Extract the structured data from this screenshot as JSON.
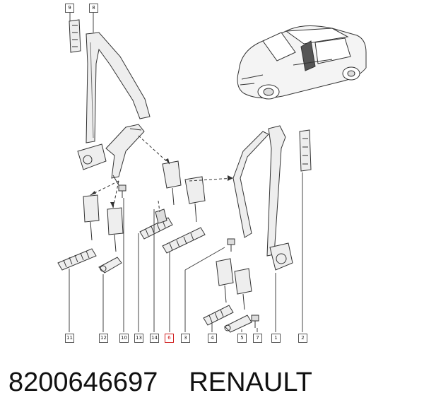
{
  "caption": {
    "part_number": "8200646697",
    "brand": "RENAULT"
  },
  "callouts": {
    "c9": "9",
    "c8": "8",
    "c2": "2",
    "c11": "11",
    "c12": "12",
    "c10": "10",
    "c13": "13",
    "c14": "14",
    "c6": "6",
    "c3": "3",
    "c4": "4",
    "c5": "5",
    "c7": "7",
    "c1": "1"
  },
  "colors": {
    "highlight": "#d02020",
    "line": "#333333"
  }
}
